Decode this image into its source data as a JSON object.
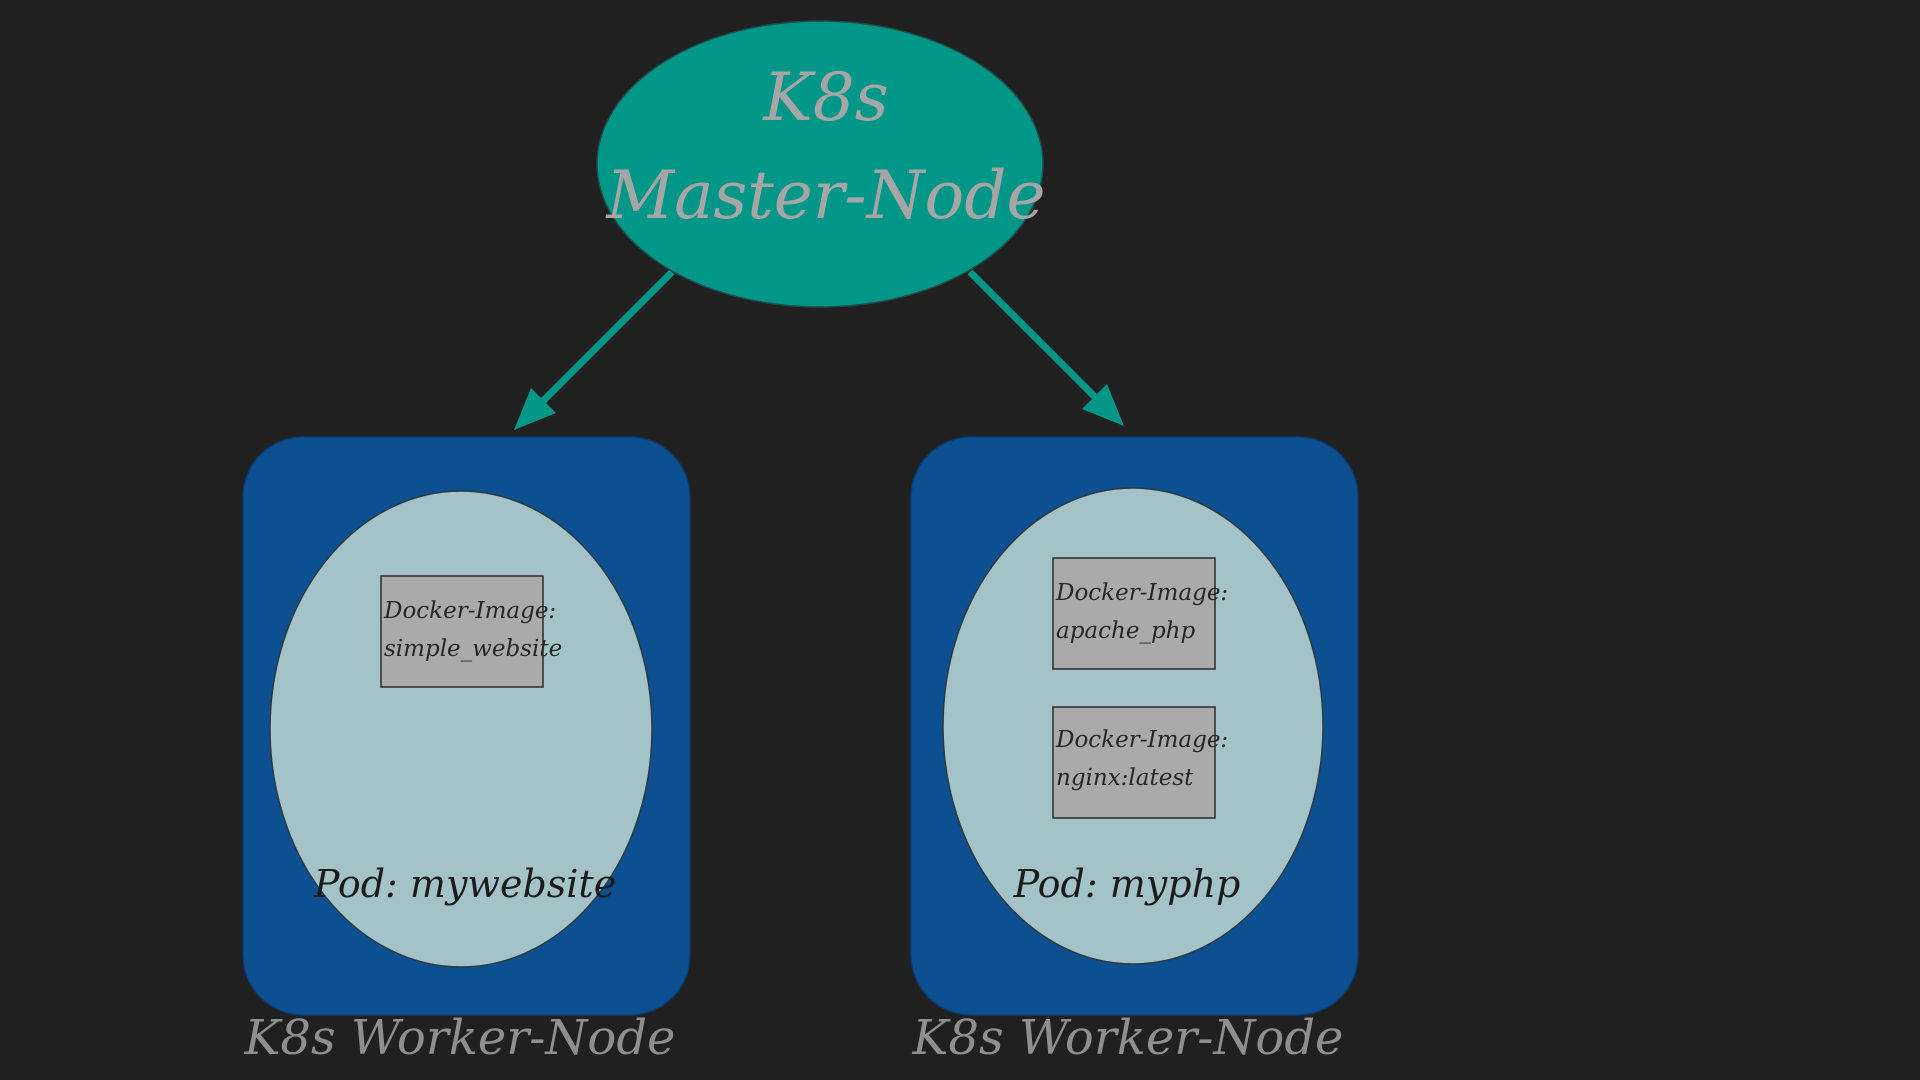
{
  "colors": {
    "background": "#202020",
    "master_fill": "#009688",
    "arrow": "#009688",
    "worker_fill": "#0d5092",
    "pod_fill": "#a3c3c9",
    "image_fill": "#aaaaaa",
    "outline": "#2a3a3f"
  },
  "master": {
    "line1": "K8s",
    "line2": "Master-Node"
  },
  "workers": [
    {
      "label": "K8s Worker-Node",
      "pod": {
        "label": "Pod: mywebsite",
        "images": [
          {
            "title": "Docker-Image:",
            "name": "simple_website"
          }
        ]
      }
    },
    {
      "label": "K8s Worker-Node",
      "pod": {
        "label": "Pod: myphp",
        "images": [
          {
            "title": "Docker-Image:",
            "name": "apache_php"
          },
          {
            "title": "Docker-Image:",
            "name": "nginx:latest"
          }
        ]
      }
    }
  ]
}
